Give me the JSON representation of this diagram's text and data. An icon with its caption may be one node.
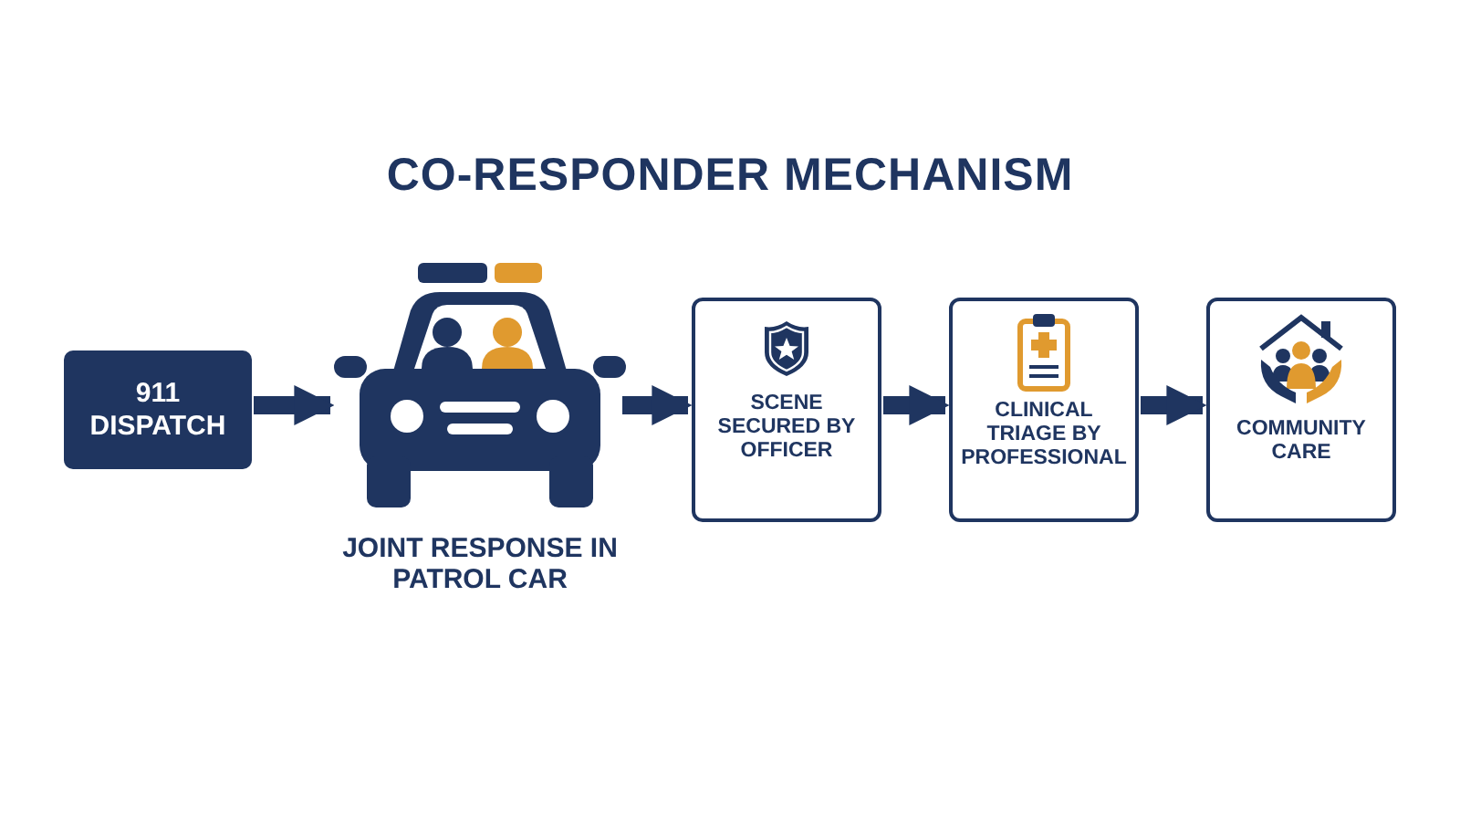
{
  "diagram": {
    "title": "CO-RESPONDER MECHANISM",
    "nodes": [
      {
        "text": [
          "911 DISPATCH"
        ]
      },
      {
        "text": [
          "JOINT RESPONSE IN PATROL CAR"
        ]
      },
      {
        "text": [
          "SCENE SECURED BY OFFICER"
        ]
      },
      {
        "text": [
          "CLINICAL TRIAGE BY PROFESSIONAL"
        ]
      },
      {
        "text": [
          "COMMUNITY CARE"
        ]
      }
    ],
    "edges": [
      {
        "from": 0,
        "to": 1,
        "arrow": "to"
      },
      {
        "from": 1,
        "to": 2,
        "arrow": "to"
      },
      {
        "from": 2,
        "to": 3,
        "arrow": "to"
      },
      {
        "from": 3,
        "to": 4,
        "arrow": "to"
      }
    ]
  }
}
